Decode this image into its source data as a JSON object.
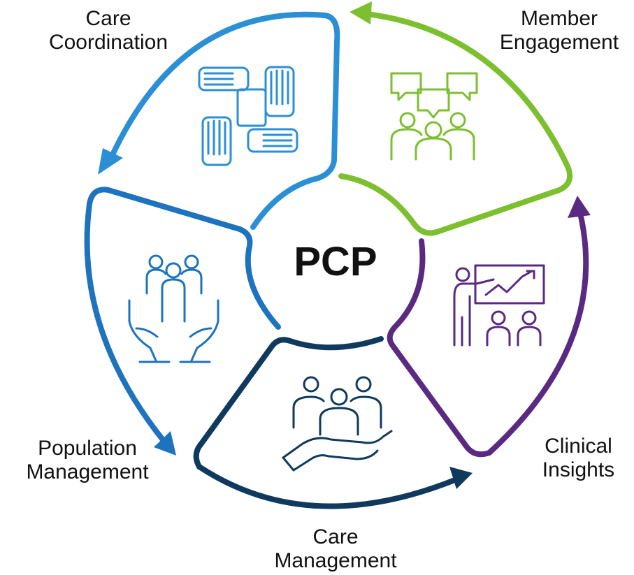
{
  "center": {
    "label": "PCP"
  },
  "segments": [
    {
      "id": "care-coordination",
      "line1": "Care",
      "line2": "Coordination",
      "color": "#2b8fd6",
      "icon": "hands-teamwork-icon"
    },
    {
      "id": "member-engagement",
      "line1": "Member",
      "line2": "Engagement",
      "color": "#7cbf2f",
      "icon": "people-chat-icon"
    },
    {
      "id": "clinical-insights",
      "line1": "Clinical",
      "line2": "Insights",
      "color": "#5a2a82",
      "icon": "presentation-chart-icon"
    },
    {
      "id": "care-management",
      "line1": "Care",
      "line2": "Management",
      "color": "#0f3a5e",
      "icon": "group-in-hand-icon"
    },
    {
      "id": "population-management",
      "line1": "Population",
      "line2": "Management",
      "color": "#1e73be",
      "icon": "people-in-hands-icon"
    }
  ]
}
